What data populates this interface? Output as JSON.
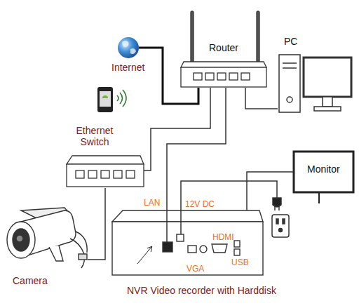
{
  "diagram": {
    "nodes": [
      {
        "text": [
          "Internet"
        ]
      },
      {
        "text": [
          "Router"
        ]
      },
      {
        "text": [
          "PC"
        ]
      },
      {
        "text": [
          "Ethernet Switch"
        ]
      },
      {
        "text": [
          "Monitor"
        ]
      },
      {
        "text": [
          "Camera"
        ]
      },
      {
        "text": [
          "NVR Video recorder with Harddisk"
        ]
      }
    ],
    "edges": [
      {
        "from": 0,
        "to": 1,
        "arrow": "none"
      },
      {
        "from": 1,
        "to": 2,
        "arrow": "none"
      },
      {
        "from": 1,
        "to": 3,
        "arrow": "none"
      },
      {
        "from": 1,
        "to": 6,
        "arrow": "none"
      },
      {
        "from": 3,
        "to": 5,
        "arrow": "none"
      },
      {
        "from": 6,
        "to": 4,
        "arrow": "none"
      }
    ],
    "labels": [
      "LAN",
      "12V DC",
      "HDMI",
      "VGA",
      "USB"
    ]
  }
}
